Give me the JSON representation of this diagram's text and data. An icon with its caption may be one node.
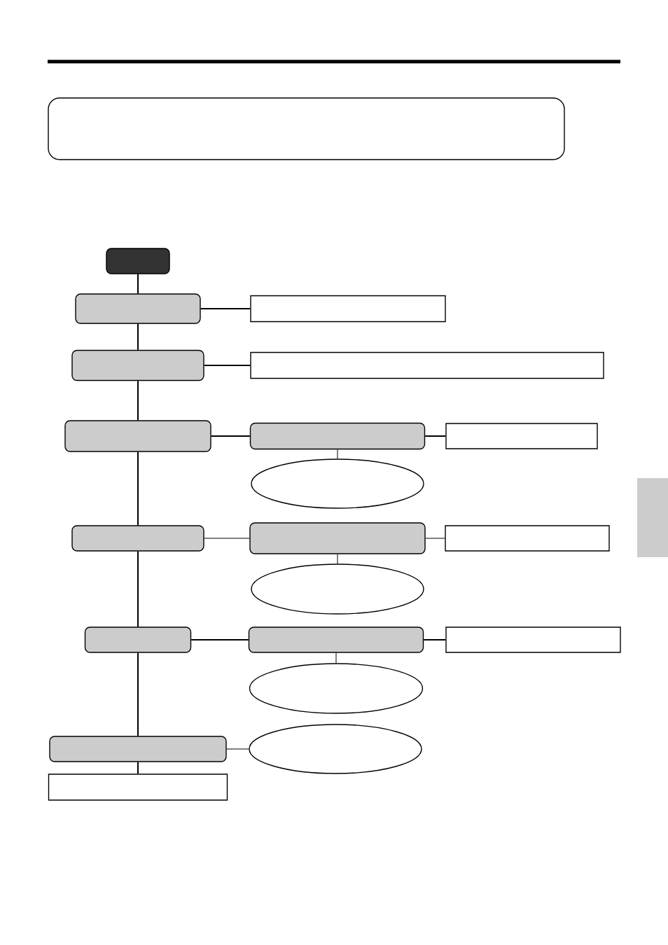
{
  "diagram": {
    "nodes": [
      {
        "text": [],
        "shape": "box"
      },
      {
        "text": [],
        "shape": "box"
      },
      {
        "text": [],
        "shape": "box"
      },
      {
        "text": [],
        "shape": "box"
      },
      {
        "text": [],
        "shape": "box"
      },
      {
        "text": [],
        "shape": "box"
      },
      {
        "text": [],
        "shape": "box"
      },
      {
        "text": [],
        "shape": "box"
      },
      {
        "text": [],
        "shape": "box"
      },
      {
        "text": [],
        "shape": "ellipse"
      },
      {
        "text": [],
        "shape": "box"
      },
      {
        "text": [],
        "shape": "box"
      },
      {
        "text": [],
        "shape": "box"
      },
      {
        "text": [],
        "shape": "box"
      },
      {
        "text": [],
        "shape": "ellipse"
      },
      {
        "text": [],
        "shape": "box"
      },
      {
        "text": [],
        "shape": "box"
      },
      {
        "text": [],
        "shape": "box"
      },
      {
        "text": [],
        "shape": "ellipse"
      },
      {
        "text": [],
        "shape": "box"
      },
      {
        "text": [],
        "shape": "ellipse"
      },
      {
        "text": [],
        "shape": "box"
      }
    ],
    "edges": [
      {
        "from": 1,
        "to": 2,
        "arrow": "none"
      },
      {
        "from": 2,
        "to": 3,
        "arrow": "none"
      },
      {
        "from": 2,
        "to": 4,
        "arrow": "none"
      },
      {
        "from": 4,
        "to": 5,
        "arrow": "none"
      },
      {
        "from": 4,
        "to": 6,
        "arrow": "none"
      },
      {
        "from": 6,
        "to": 7,
        "arrow": "none"
      },
      {
        "from": 7,
        "to": 8,
        "arrow": "none"
      },
      {
        "from": 7,
        "to": 9,
        "arrow": "none"
      },
      {
        "from": 6,
        "to": 11,
        "arrow": "none"
      },
      {
        "from": 11,
        "to": 12,
        "arrow": "none"
      },
      {
        "from": 12,
        "to": 13,
        "arrow": "none"
      },
      {
        "from": 12,
        "to": 14,
        "arrow": "none"
      },
      {
        "from": 11,
        "to": 15,
        "arrow": "none"
      },
      {
        "from": 15,
        "to": 16,
        "arrow": "none"
      },
      {
        "from": 16,
        "to": 17,
        "arrow": "none"
      },
      {
        "from": 16,
        "to": 18,
        "arrow": "none"
      },
      {
        "from": 15,
        "to": 19,
        "arrow": "none"
      },
      {
        "from": 19,
        "to": 20,
        "arrow": "none"
      },
      {
        "from": 19,
        "to": 21,
        "arrow": "none"
      }
    ]
  }
}
